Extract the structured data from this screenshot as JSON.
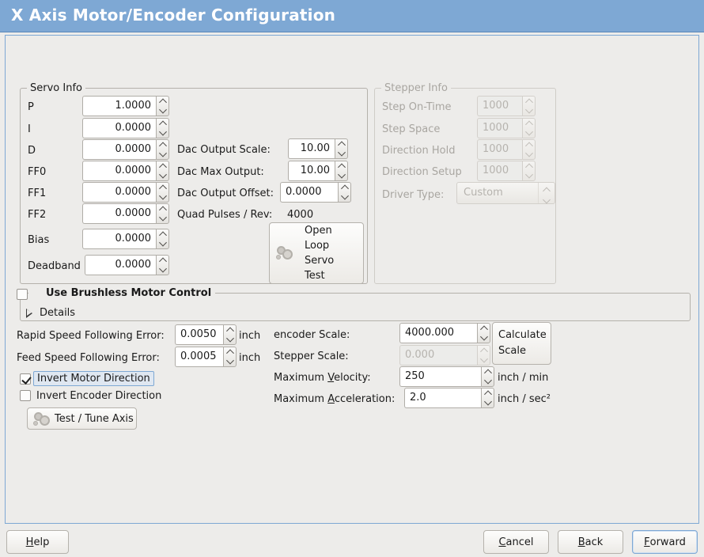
{
  "window": {
    "title": "X Axis Motor/Encoder Configuration",
    "title_bg": "#7ea8d4",
    "title_fg": "#ffffff",
    "bg": "#edecea"
  },
  "servo": {
    "group_title": "Servo Info",
    "fields": [
      {
        "label": "P",
        "value": "1.0000"
      },
      {
        "label": "I",
        "value": "0.0000"
      },
      {
        "label": "D",
        "value": "0.0000"
      },
      {
        "label": "FF0",
        "value": "0.0000"
      },
      {
        "label": "FF1",
        "value": "0.0000"
      },
      {
        "label": "FF2",
        "value": "0.0000"
      },
      {
        "label": "Bias",
        "value": "0.0000"
      },
      {
        "label": "Deadband",
        "value": "0.0000"
      }
    ],
    "dac": [
      {
        "label": "Dac Output Scale:",
        "value": "10.00"
      },
      {
        "label": "Dac Max Output:",
        "value": "10.00"
      },
      {
        "label": "Dac Output Offset:",
        "value": "0.0000"
      }
    ],
    "quad_pulses_label": "Quad Pulses / Rev:",
    "quad_pulses_value": "4000",
    "open_loop_button": "Open\nLoop\nServo\nTest",
    "open_loop_lines": [
      "Open",
      "Loop",
      "Servo",
      "Test"
    ]
  },
  "stepper": {
    "group_title": "Stepper Info",
    "disabled": true,
    "fields": [
      {
        "label": "Step On-Time",
        "value": "1000"
      },
      {
        "label": "Step Space",
        "value": "1000"
      },
      {
        "label": "Direction Hold",
        "value": "1000"
      },
      {
        "label": "Direction Setup",
        "value": "1000"
      }
    ],
    "driver_type_label": "Driver Type:",
    "driver_type_value": "Custom"
  },
  "brushless": {
    "checkbox_label": "Use Brushless Motor Control",
    "checked": false,
    "details_label": "Details",
    "expanded": false
  },
  "tuning": {
    "rapid_following_error_label": "Rapid Speed Following Error:",
    "rapid_following_error_value": "0.0050",
    "rapid_following_error_unit": "inch",
    "feed_following_error_label": "Feed Speed Following Error:",
    "feed_following_error_value": "0.0005",
    "feed_following_error_unit": "inch",
    "invert_motor_label": "Invert Motor Direction",
    "invert_motor_checked": true,
    "invert_encoder_label": "Invert Encoder Direction",
    "invert_encoder_checked": false,
    "test_tune_button": "Test / Tune Axis",
    "encoder_scale_label": "encoder Scale:",
    "encoder_scale_value": "4000.000",
    "stepper_scale_label": "Stepper Scale:",
    "stepper_scale_value": "0.000",
    "stepper_scale_disabled": true,
    "calculate_scale_button_lines": [
      "Calculate",
      "Scale"
    ],
    "max_velocity_label": "Maximum Velocity:",
    "max_velocity_value": "250",
    "max_velocity_unit": "inch / min",
    "max_accel_label": "Maximum Acceleration:",
    "max_accel_value": "2.0",
    "max_accel_unit": "inch / sec²"
  },
  "footer": {
    "help": "Help",
    "cancel": "Cancel",
    "back": "Back",
    "forward": "Forward"
  }
}
